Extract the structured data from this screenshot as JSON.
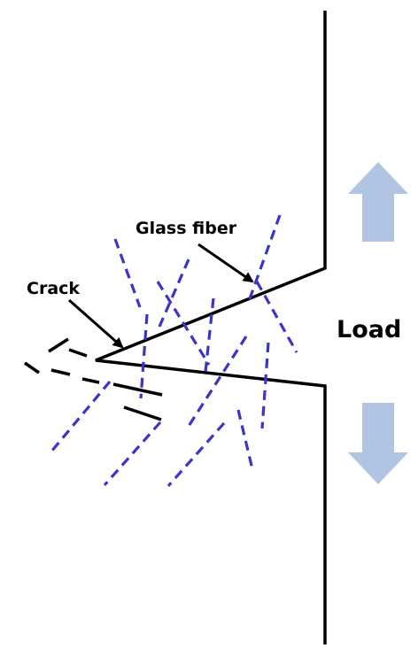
{
  "labels": {
    "glass_fiber": "Glass fiber",
    "crack": "Crack",
    "load": "Load"
  },
  "colors": {
    "fiber": "#3b34c8",
    "crack_lines": "#000000",
    "load_arrows": "#b1c4e4",
    "background": "#ffffff"
  },
  "icons": {
    "load_up": "arrow-up-icon",
    "load_down": "arrow-down-icon"
  }
}
